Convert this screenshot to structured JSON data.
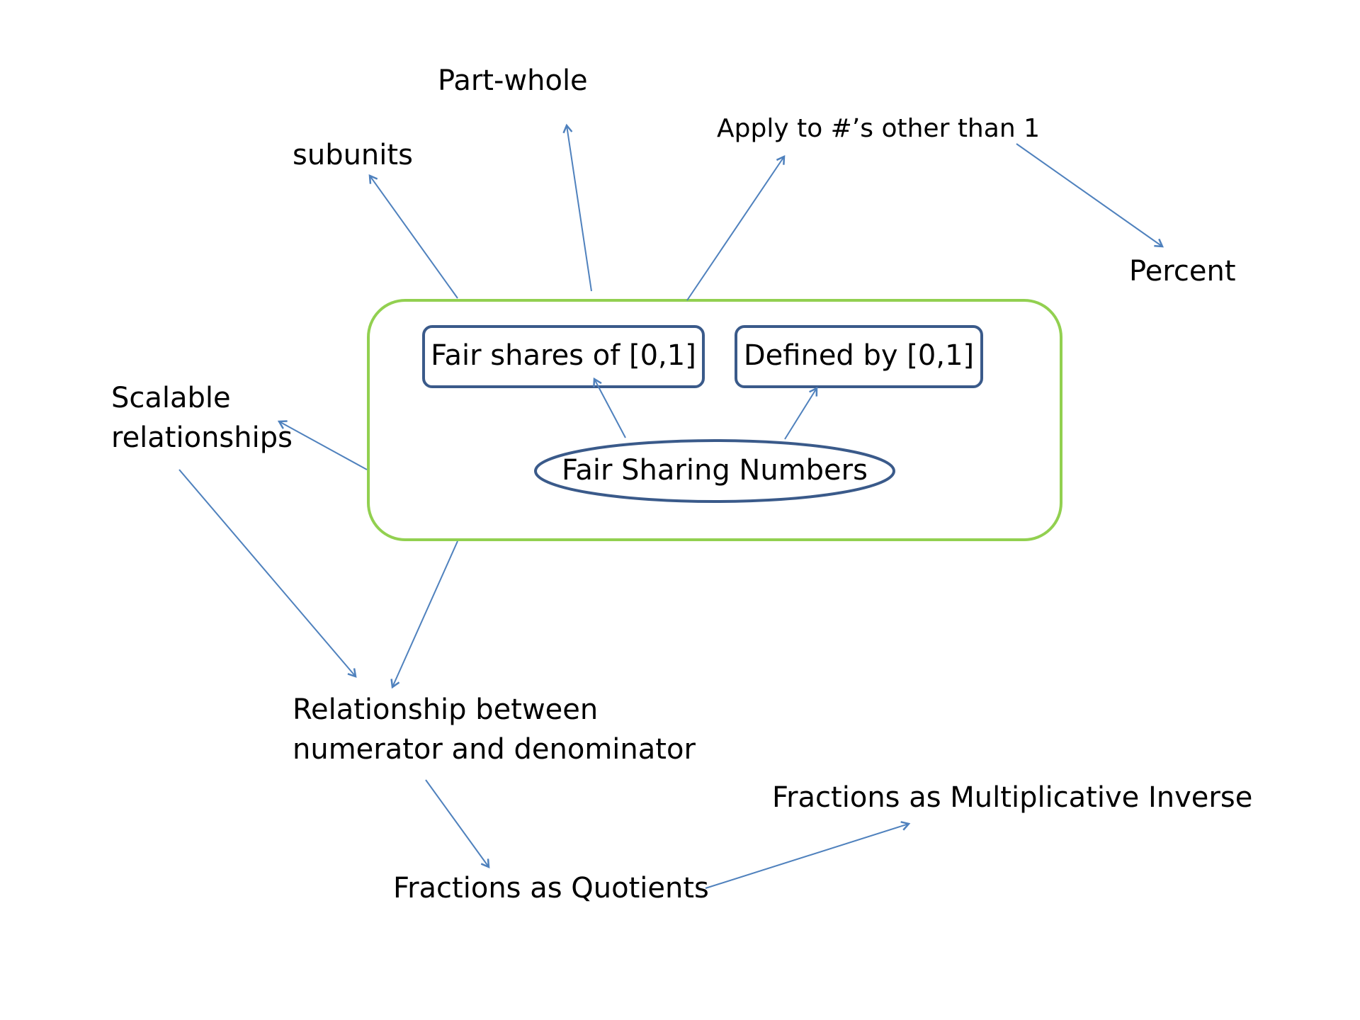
{
  "colors": {
    "container_border": "#92D050",
    "box_border": "#3A5A8A",
    "arrow": "#4F81BD",
    "text": "#000000",
    "background": "#FFFFFF"
  },
  "center": {
    "box_left": "Fair shares of [0,1]",
    "box_right": "Defined by [0,1]",
    "ellipse": "Fair Sharing Numbers"
  },
  "nodes": {
    "part_whole": "Part-whole",
    "subunits": "subunits",
    "apply": "Apply to #’s other than 1",
    "percent": "Percent",
    "scalable_line1": "Scalable",
    "scalable_line2": "relationships",
    "relationship_line1": "Relationship between",
    "relationship_line2": "numerator and denominator",
    "quotients": "Fractions as Quotients",
    "mult_inverse": "Fractions as Multiplicative Inverse"
  }
}
